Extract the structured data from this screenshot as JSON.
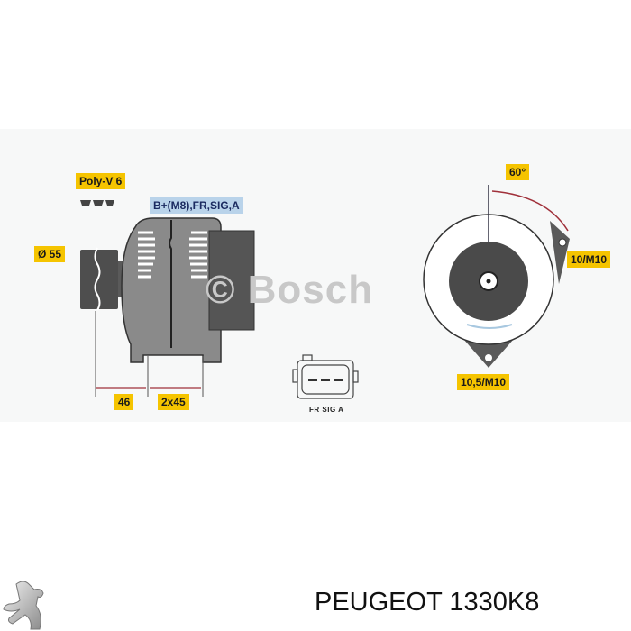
{
  "diagram": {
    "belt_label": "Poly-V 6",
    "connector_label": "B+(M8),FR,SIG,A",
    "pulley_diameter": "Ø 55",
    "dim_46": "46",
    "dim_2x45": "2x45",
    "angle": "60°",
    "mount_top": "10/M10",
    "mount_bottom": "10,5/M10",
    "watermark": "© Bosch",
    "plug_pins": "FR  SIG   A",
    "colors": {
      "label_yellow": "#f5c400",
      "label_blue": "#b9d3ea",
      "dim_red": "#a0303a",
      "body_gray": "#5a5a5a"
    }
  },
  "footer": {
    "brand_logo": "peugeot-lion-icon",
    "product_title": "PEUGEOT 1330K8"
  }
}
